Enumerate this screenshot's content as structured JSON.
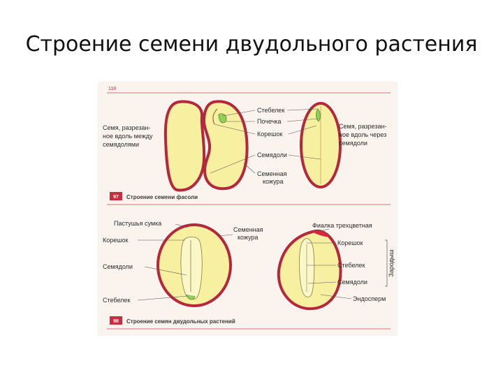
{
  "slide": {
    "title": "Строение семени двудольного растения"
  },
  "figure_top": {
    "page_header": "118",
    "left_note": [
      "Семя, разрезан-",
      "ное вдоль между",
      "семядолями"
    ],
    "right_note": [
      "Семя, разрезан-",
      "ное вдоль через",
      "семядоли"
    ],
    "labels": {
      "stem": "Стебелек",
      "bud": "Почечка",
      "root": "Корешок",
      "cotyledons": "Семядоли",
      "seed_coat": [
        "Семенная",
        "кожура"
      ]
    },
    "figure_number": "97",
    "caption": "Строение семени фасоли"
  },
  "figure_bottom": {
    "left_plant": "Пастушья сумка",
    "right_plant": "Фиалка трехцветная",
    "labels": {
      "root_left": "Корешок",
      "cotyledons_left": "Семядоли",
      "stem_left": "Стебелек",
      "seed_coat": [
        "Семенная",
        "кожура"
      ],
      "root_right": "Корешок",
      "stem_right": "Стебелек",
      "cotyledons_right": "Семядоли",
      "endosperm": "Эндосперм",
      "embryo_bracket": "Зародыш"
    },
    "figure_number": "98",
    "caption": "Строение семян двудольных растений"
  },
  "colors": {
    "seed_fill": "#f6f0a0",
    "seed_coat": "#b5283c",
    "rule_line": "#d9707c",
    "embryo_green": "#8fcf5a"
  }
}
